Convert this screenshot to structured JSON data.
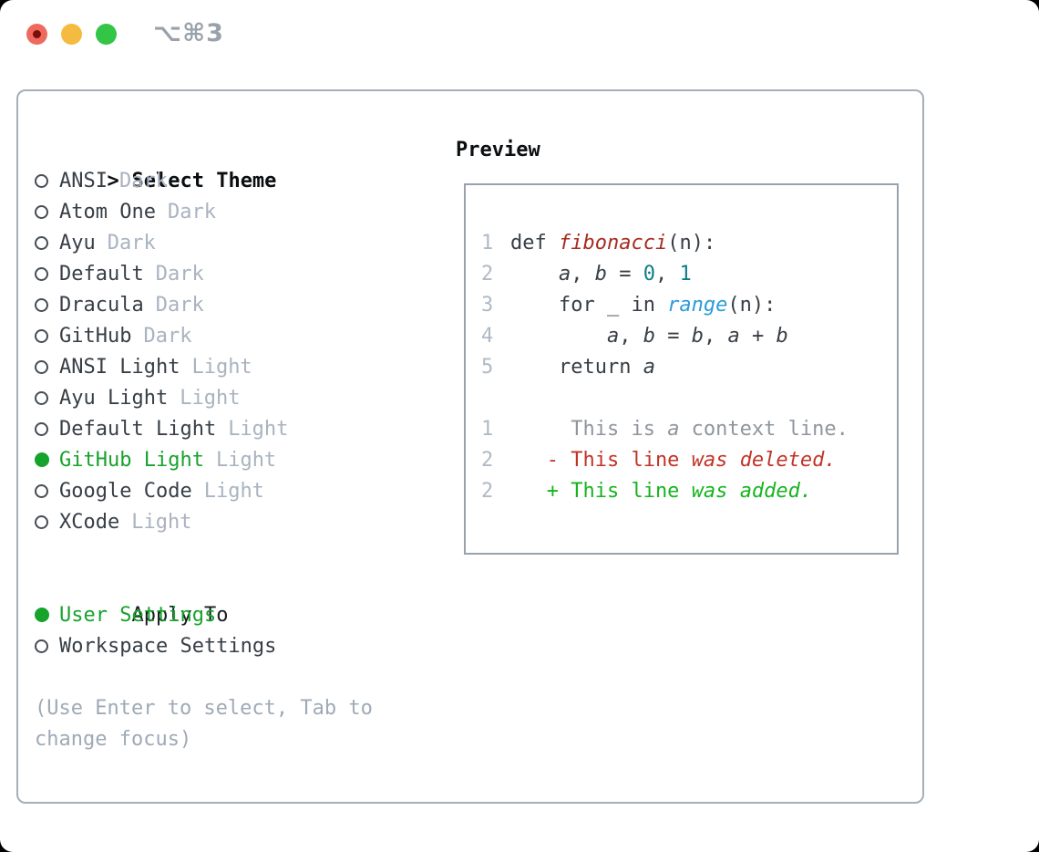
{
  "titlebar": {
    "shortcut": "⌥⌘3",
    "close_color": "#ee6a5e",
    "close_dot_color": "#7c0e0a",
    "minimize_color": "#f5bb40",
    "zoom_color": "#32c546"
  },
  "theme_picker": {
    "prompt": ">",
    "title": "Select Theme",
    "selection_color": "#16a32b",
    "items": [
      {
        "name": "ANSI",
        "variant": "Dark",
        "selected": false
      },
      {
        "name": "Atom One",
        "variant": "Dark",
        "selected": false
      },
      {
        "name": "Ayu",
        "variant": "Dark",
        "selected": false
      },
      {
        "name": "Default",
        "variant": "Dark",
        "selected": false
      },
      {
        "name": "Dracula",
        "variant": "Dark",
        "selected": false
      },
      {
        "name": "GitHub",
        "variant": "Dark",
        "selected": false
      },
      {
        "name": "ANSI Light",
        "variant": "Light",
        "selected": false
      },
      {
        "name": "Ayu Light",
        "variant": "Light",
        "selected": false
      },
      {
        "name": "Default Light",
        "variant": "Light",
        "selected": false
      },
      {
        "name": "GitHub Light",
        "variant": "Light",
        "selected": true
      },
      {
        "name": "Google Code",
        "variant": "Light",
        "selected": false
      },
      {
        "name": "XCode",
        "variant": "Light",
        "selected": false
      }
    ],
    "apply_to": {
      "title": "Apply To",
      "options": [
        {
          "name": "User Settings",
          "selected": true
        },
        {
          "name": "Workspace Settings",
          "selected": false
        }
      ]
    },
    "hint": [
      "(Use Enter to select, Tab to",
      "change focus)"
    ]
  },
  "preview": {
    "title": "Preview",
    "palette": {
      "d": "#373e46",
      "fn": "#a72b21",
      "lit": "#0c7d8a",
      "bi": "#2b9cd7",
      "v": "#373e46",
      "cx": "#8f969e",
      "del": "#c23327",
      "add": "#15b41f",
      "num": "#b0b9c4"
    },
    "code": [
      {
        "n": "1",
        "t": [
          [
            "def ",
            "d"
          ],
          [
            "fibonacci",
            "fn",
            1
          ],
          [
            "(n):",
            "d"
          ]
        ]
      },
      {
        "n": "2",
        "t": [
          [
            "    ",
            "d"
          ],
          [
            "a",
            "v",
            1
          ],
          [
            ", ",
            "d"
          ],
          [
            "b",
            "v",
            1
          ],
          [
            " = ",
            "d"
          ],
          [
            "0",
            "lit"
          ],
          [
            ", ",
            "d"
          ],
          [
            "1",
            "lit"
          ]
        ]
      },
      {
        "n": "3",
        "t": [
          [
            "    for _ in ",
            "d"
          ],
          [
            "range",
            "bi",
            1
          ],
          [
            "(n):",
            "d"
          ]
        ]
      },
      {
        "n": "4",
        "t": [
          [
            "        ",
            "d"
          ],
          [
            "a",
            "v",
            1
          ],
          [
            ", ",
            "d"
          ],
          [
            "b",
            "v",
            1
          ],
          [
            " = ",
            "d"
          ],
          [
            "b",
            "v",
            1
          ],
          [
            ", ",
            "d"
          ],
          [
            "a",
            "v",
            1
          ],
          [
            " + ",
            "d"
          ],
          [
            "b",
            "v",
            1
          ]
        ]
      },
      {
        "n": "5",
        "t": [
          [
            "    return ",
            "d"
          ],
          [
            "a",
            "v",
            1
          ]
        ]
      }
    ],
    "diff": [
      {
        "n": "1",
        "t": [
          [
            "     This is ",
            "cx"
          ],
          [
            "a",
            "cx",
            1
          ],
          [
            " context line.",
            "cx"
          ]
        ]
      },
      {
        "n": "2",
        "t": [
          [
            "   - This line ",
            "del"
          ],
          [
            "was",
            "del",
            1
          ],
          [
            " ",
            "del"
          ],
          [
            "deleted.",
            "del",
            1
          ]
        ]
      },
      {
        "n": "2",
        "t": [
          [
            "   + This line ",
            "add"
          ],
          [
            "was",
            "add",
            1
          ],
          [
            " ",
            "add"
          ],
          [
            "added.",
            "add",
            1
          ]
        ]
      }
    ]
  }
}
